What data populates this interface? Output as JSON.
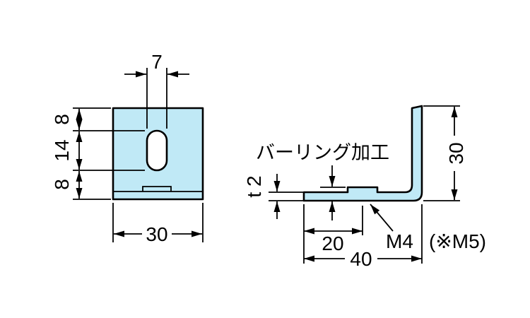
{
  "drawing": {
    "front_view": {
      "dim_slot_width": "7",
      "dim_top_to_slot": "8",
      "dim_slot_length": "14",
      "dim_slot_to_bottom": "8",
      "dim_width": "30"
    },
    "side_view": {
      "burring_label": "バーリング加工",
      "dim_thickness": "t 2",
      "dim_height": "30",
      "dim_hole_offset": "20",
      "dim_length": "40",
      "thread_label": "M4",
      "thread_alt_label": "(※M5)"
    },
    "colors": {
      "part_fill": "#c0e9f6",
      "line": "#000000",
      "background": "#ffffff"
    }
  }
}
